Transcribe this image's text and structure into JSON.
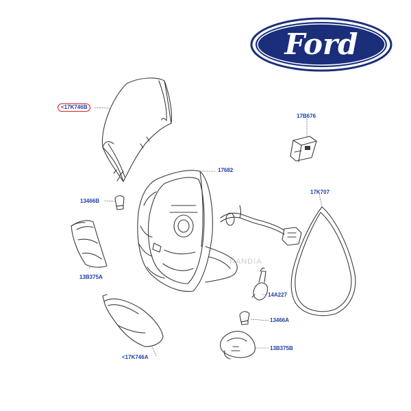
{
  "logo": {
    "text": "Ford",
    "color": "#1a2e7a",
    "text_color": "#ffffff"
  },
  "highlight_color": "#d31f1f",
  "label_color": "#1f3fa8",
  "watermark": "HANDIA",
  "parts": [
    {
      "id": "17k746b",
      "text": "<17K746B",
      "highlighted": true
    },
    {
      "id": "17b676",
      "text": "17B676"
    },
    {
      "id": "17682",
      "text": "17682"
    },
    {
      "id": "13466b",
      "text": "13466B"
    },
    {
      "id": "17k707",
      "text": "17K707"
    },
    {
      "id": "13b375a",
      "text": "13B375A"
    },
    {
      "id": "14a227",
      "text": "14A227"
    },
    {
      "id": "13466a",
      "text": "13466A"
    },
    {
      "id": "13b375b",
      "text": "13B375B"
    },
    {
      "id": "17k746a",
      "text": "<17K746A"
    }
  ]
}
